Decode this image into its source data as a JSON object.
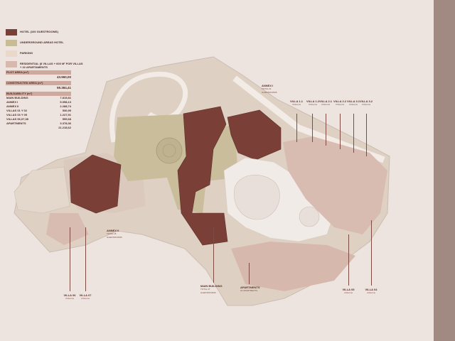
{
  "legend": [
    {
      "label": "HOTEL (100 GUESTROOMS)",
      "color": "#7a4038"
    },
    {
      "label": "UNDERGROUND AREAS HOTEL",
      "color": "#c7bb98"
    },
    {
      "label": "PARKING",
      "color": "#ead9cb"
    },
    {
      "label": "RESIDENTIAL (8 VILLAS + 600 M² FOR VILLAS + 22 APARTAMENTS",
      "color": "#d8b9ae"
    }
  ],
  "plot_area": {
    "label": "PLOT AREA (m²)",
    "value": "43.960,00"
  },
  "constructed_area": {
    "label": "CONSTRUCTED AREA (m²)",
    "value": "59.384,41"
  },
  "buildability": {
    "label": "BUILDABILITY (m²)",
    "rows": [
      {
        "name": "MAIN BUILDING",
        "value": "7.815,81"
      },
      {
        "name": "ANNEX I",
        "value": "5.058,13"
      },
      {
        "name": "ANNEX II",
        "value": "2.288,74"
      },
      {
        "name": "VILLAS 01 Y 02",
        "value": "530,99"
      },
      {
        "name": "VILLAS 03 Y 05",
        "value": "1.227,91"
      },
      {
        "name": "VILLAS 06,07,08",
        "value": "559,68"
      },
      {
        "name": "APARTMENTS",
        "value": "3.378,36"
      },
      {
        "name": "",
        "value": "21.218,62"
      }
    ]
  },
  "labels": {
    "annex1": {
      "title": "ANNEX I",
      "sub": "TOTAL 21\nGUESTROOMS"
    },
    "annex2": {
      "title": "ANNEX II",
      "sub": "TOTAL 15\nGUESTROOMS"
    },
    "main_building": {
      "title": "MAIN BUILDING",
      "sub": "TOTAL 47\nGUESTROOMS"
    },
    "apartments": {
      "title": "APARTMENTS",
      "sub": "22 APARTMENTS"
    },
    "v11": {
      "title": "VILLA 1.1",
      "sub": "3 Rooms"
    },
    "v12": {
      "title": "VILLA 1.2",
      "sub": "3 Rooms"
    },
    "v21": {
      "title": "VILLA 2.1",
      "sub": "3 Rooms"
    },
    "v22": {
      "title": "VILLA 2.2",
      "sub": "3 Rooms"
    },
    "v31": {
      "title": "VILLA 3.1",
      "sub": "3 Rooms"
    },
    "v32": {
      "title": "VILLA 3.2",
      "sub": "3 Rooms"
    },
    "v05": {
      "title": "VILLA 05",
      "sub": "4 Rooms"
    },
    "v04": {
      "title": "VILLA 04",
      "sub": "4 Rooms"
    },
    "v06": {
      "title": "VILLA 06",
      "sub": "3 Rooms"
    },
    "v07": {
      "title": "VILLA 07",
      "sub": "3 Rooms"
    }
  }
}
